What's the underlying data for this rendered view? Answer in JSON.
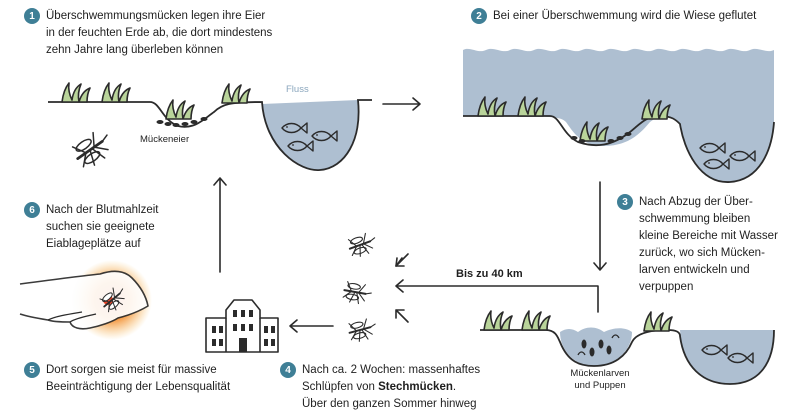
{
  "colors": {
    "accent": "#3f7f96",
    "water": "#aebfd1",
    "grass_fill": "#b9d49a",
    "outline": "#2b2b2b",
    "warm": "#f5a623"
  },
  "steps": [
    {
      "number": "1",
      "lines": [
        "Überschwemmungsmücken legen ihre Eier",
        "in der feuchten Erde ab, die dort mindestens",
        "zehn Jahre lang überleben können"
      ]
    },
    {
      "number": "2",
      "lines": [
        "Bei einer Überschwemmung wird die Wiese geflutet"
      ]
    },
    {
      "number": "3",
      "lines": [
        "Nach Abzug der Über-",
        "schwemmung bleiben",
        "kleine Bereiche mit Wasser",
        "zurück, wo sich Mücken-",
        "larven entwickeln und",
        "verpuppen"
      ]
    },
    {
      "number": "4",
      "line1": "Nach ca. 2 Wochen: massenhaftes",
      "line2_prefix": "Schlüpfen von ",
      "line2_bold": "Stechmücken",
      "line2_suffix": ".",
      "line3": "Über den ganzen Sommer hinweg"
    },
    {
      "number": "5",
      "lines": [
        "Dort sorgen sie meist für massive",
        "Beeinträchtigung der Lebensqualität"
      ]
    },
    {
      "number": "6",
      "lines": [
        "Nach der Blutmahlzeit",
        "suchen sie geeignete",
        "Eiablageplätze auf"
      ]
    }
  ],
  "labels": {
    "river": "Fluss",
    "eggs": "Mückeneier",
    "larvae": [
      "Mückenlarven",
      "und Puppen"
    ],
    "distance": "Bis zu 40 km"
  },
  "icons": [
    "mosquito-icon",
    "fish-icon",
    "grass-icon",
    "house-icon",
    "hand-icon",
    "arrow-icon"
  ]
}
